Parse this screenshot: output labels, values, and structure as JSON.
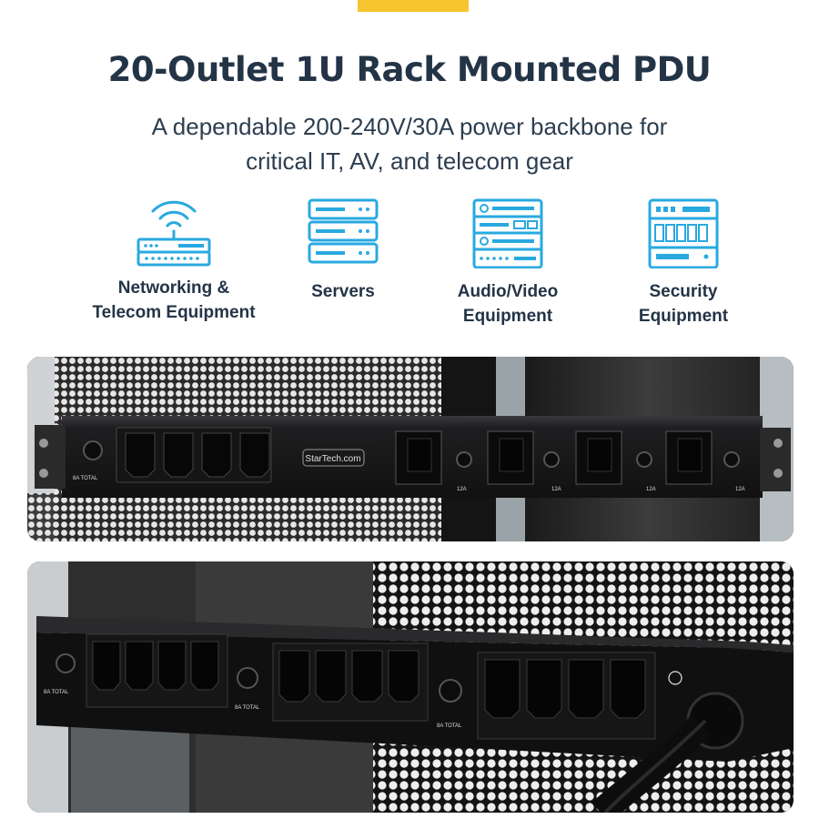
{
  "header": {
    "title": "20-Outlet 1U Rack Mounted PDU",
    "subtitle_line1": "A dependable 200-240V/30A power backbone for",
    "subtitle_line2": "critical IT, AV, and telecom gear"
  },
  "categories": [
    {
      "icon": "router-icon",
      "label_line1": "Networking &",
      "label_line2": "Telecom Equipment"
    },
    {
      "icon": "server-icon",
      "label_line1": "Servers",
      "label_line2": ""
    },
    {
      "icon": "av-rack-icon",
      "label_line1": "Audio/Video",
      "label_line2": "Equipment"
    },
    {
      "icon": "security-dvr-icon",
      "label_line1": "Security",
      "label_line2": "Equipment"
    }
  ],
  "photo_front": {
    "brand_label": "StarTech.com",
    "total_label": "8A TOTAL",
    "outlet_rating": "12A"
  },
  "photo_angle": {
    "total_label": "8A TOTAL"
  },
  "colors": {
    "accent": "#f7c52d",
    "icon": "#29a9e0",
    "heading": "#243447",
    "pdu": "#1b1b1d"
  }
}
